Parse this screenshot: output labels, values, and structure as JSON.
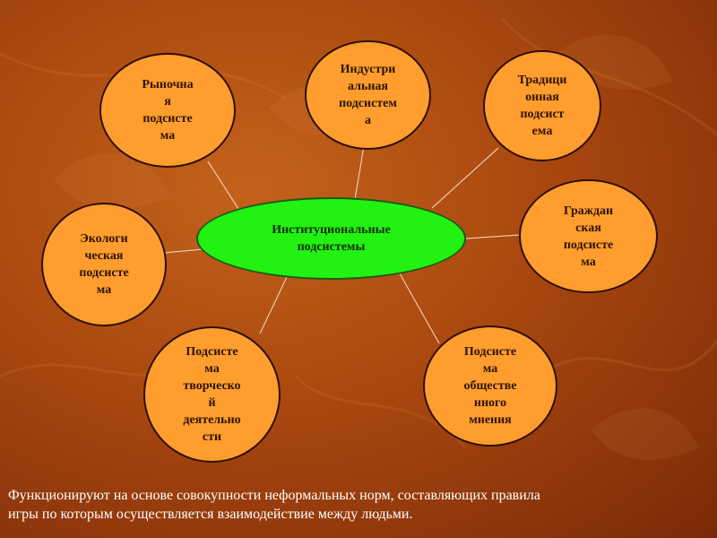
{
  "center": {
    "label": "Институциональные\nподсистемы"
  },
  "nodes": [
    {
      "label": "Рыночна\nя\nподсисте\nма"
    },
    {
      "label": "Индустри\nальная\nподсистем\nа"
    },
    {
      "label": "Традици\nонная\nподсист\nема"
    },
    {
      "label": "Граждан\nская\nподсисте\nма"
    },
    {
      "label": "Экологи\nческая\nподсисте\nма"
    },
    {
      "label": "Подсисте\nма\nтворческо\nй\nдеятельно\nсти"
    },
    {
      "label": "Подсисте\nма\nобществе\nнного\nмнения"
    }
  ],
  "caption": "Функционируют на основе совокупности  неформальных норм, составляющих правила\nигры по которым осуществляется взаимодействие между людьми.",
  "colors": {
    "node_fill": "#ff9d2e",
    "center_fill": "#22f211",
    "connector": "#e8c9a8"
  }
}
